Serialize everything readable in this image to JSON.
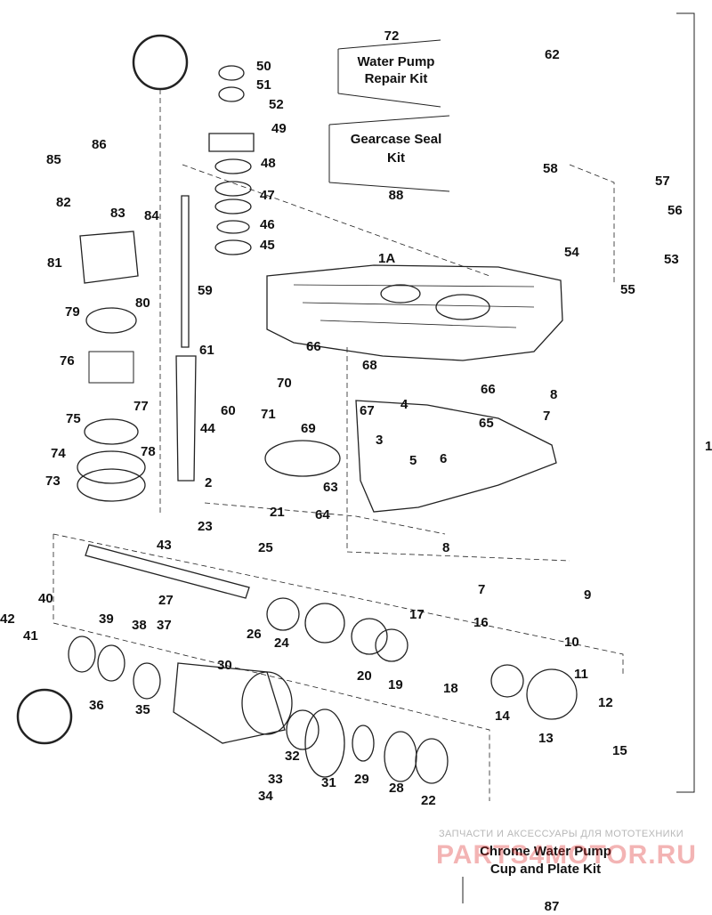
{
  "kits": {
    "water_pump_repair": {
      "number": "72",
      "line1": "Water Pump",
      "line2": "Repair Kit"
    },
    "gearcase_seal": {
      "number": "88",
      "line1": "Gearcase Seal",
      "line2": "Kit"
    },
    "chrome_cup_plate": {
      "number": "87",
      "line1": "Chrome Water Pump",
      "line2": "Cup and Plate Kit"
    }
  },
  "watermark": {
    "caption": "ЗАПЧАСТИ И АКСЕССУАРЫ ДЛЯ МОТОТЕХНИКИ",
    "logo": "PARTS4MOTOR.RU"
  },
  "callouts": {
    "n1": "1",
    "n1a": "1A",
    "n2": "2",
    "n3": "3",
    "n4": "4",
    "n5": "5",
    "n6": "6",
    "n7a": "7",
    "n7b": "7",
    "n8a": "8",
    "n8b": "8",
    "n9": "9",
    "n10": "10",
    "n11": "11",
    "n12": "12",
    "n13": "13",
    "n14": "14",
    "n15": "15",
    "n16": "16",
    "n17": "17",
    "n18": "18",
    "n19": "19",
    "n20": "20",
    "n21": "21",
    "n22": "22",
    "n23": "23",
    "n24": "24",
    "n25": "25",
    "n26": "26",
    "n27": "27",
    "n28": "28",
    "n29": "29",
    "n30": "30",
    "n31": "31",
    "n32": "32",
    "n33": "33",
    "n34": "34",
    "n35": "35",
    "n36": "36",
    "n37": "37",
    "n38": "38",
    "n39": "39",
    "n40": "40",
    "n41": "41",
    "n42": "42",
    "n43": "43",
    "n44": "44",
    "n45": "45",
    "n46": "46",
    "n47": "47",
    "n48": "48",
    "n49": "49",
    "n50": "50",
    "n51": "51",
    "n52": "52",
    "n53": "53",
    "n54": "54",
    "n55": "55",
    "n56": "56",
    "n57": "57",
    "n58": "58",
    "n59": "59",
    "n60": "60",
    "n61": "61",
    "n62": "62",
    "n63": "63",
    "n64": "64",
    "n65": "65",
    "n66a": "66",
    "n66b": "66",
    "n67": "67",
    "n68": "68",
    "n69": "69",
    "n70": "70",
    "n71": "71",
    "n73": "73",
    "n74": "74",
    "n75": "75",
    "n76": "76",
    "n77": "77",
    "n78": "78",
    "n79": "79",
    "n80": "80",
    "n81": "81",
    "n82": "82",
    "n83": "83",
    "n84": "84",
    "n85": "85",
    "n86": "86"
  }
}
